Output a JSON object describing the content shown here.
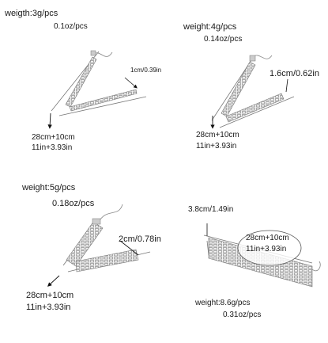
{
  "panels": [
    {
      "weight_g": "weigth:3g/pcs",
      "weight_oz": "0.1oz/pcs",
      "width": "1cm/0.39in",
      "length_cm": "28cm+10cm",
      "length_in": "11in+3.93in"
    },
    {
      "weight_g": "weight:4g/pcs",
      "weight_oz": "0.14oz/pcs",
      "width": "1.6cm/0.62in",
      "length_cm": "28cm+10cm",
      "length_in": "11in+3.93in"
    },
    {
      "weight_g": "weight:5g/pcs",
      "weight_oz": "0.18oz/pcs",
      "width": "2cm/0.78in",
      "length_cm": "28cm+10cm",
      "length_in": "11in+3.93in"
    },
    {
      "weight_g": "weight:8.6g/pcs",
      "weight_oz": "0.31oz/pcs",
      "width": "3.8cm/1.49in",
      "length_cm": "28cm+10cm",
      "length_in": "11in+3.93in"
    }
  ]
}
